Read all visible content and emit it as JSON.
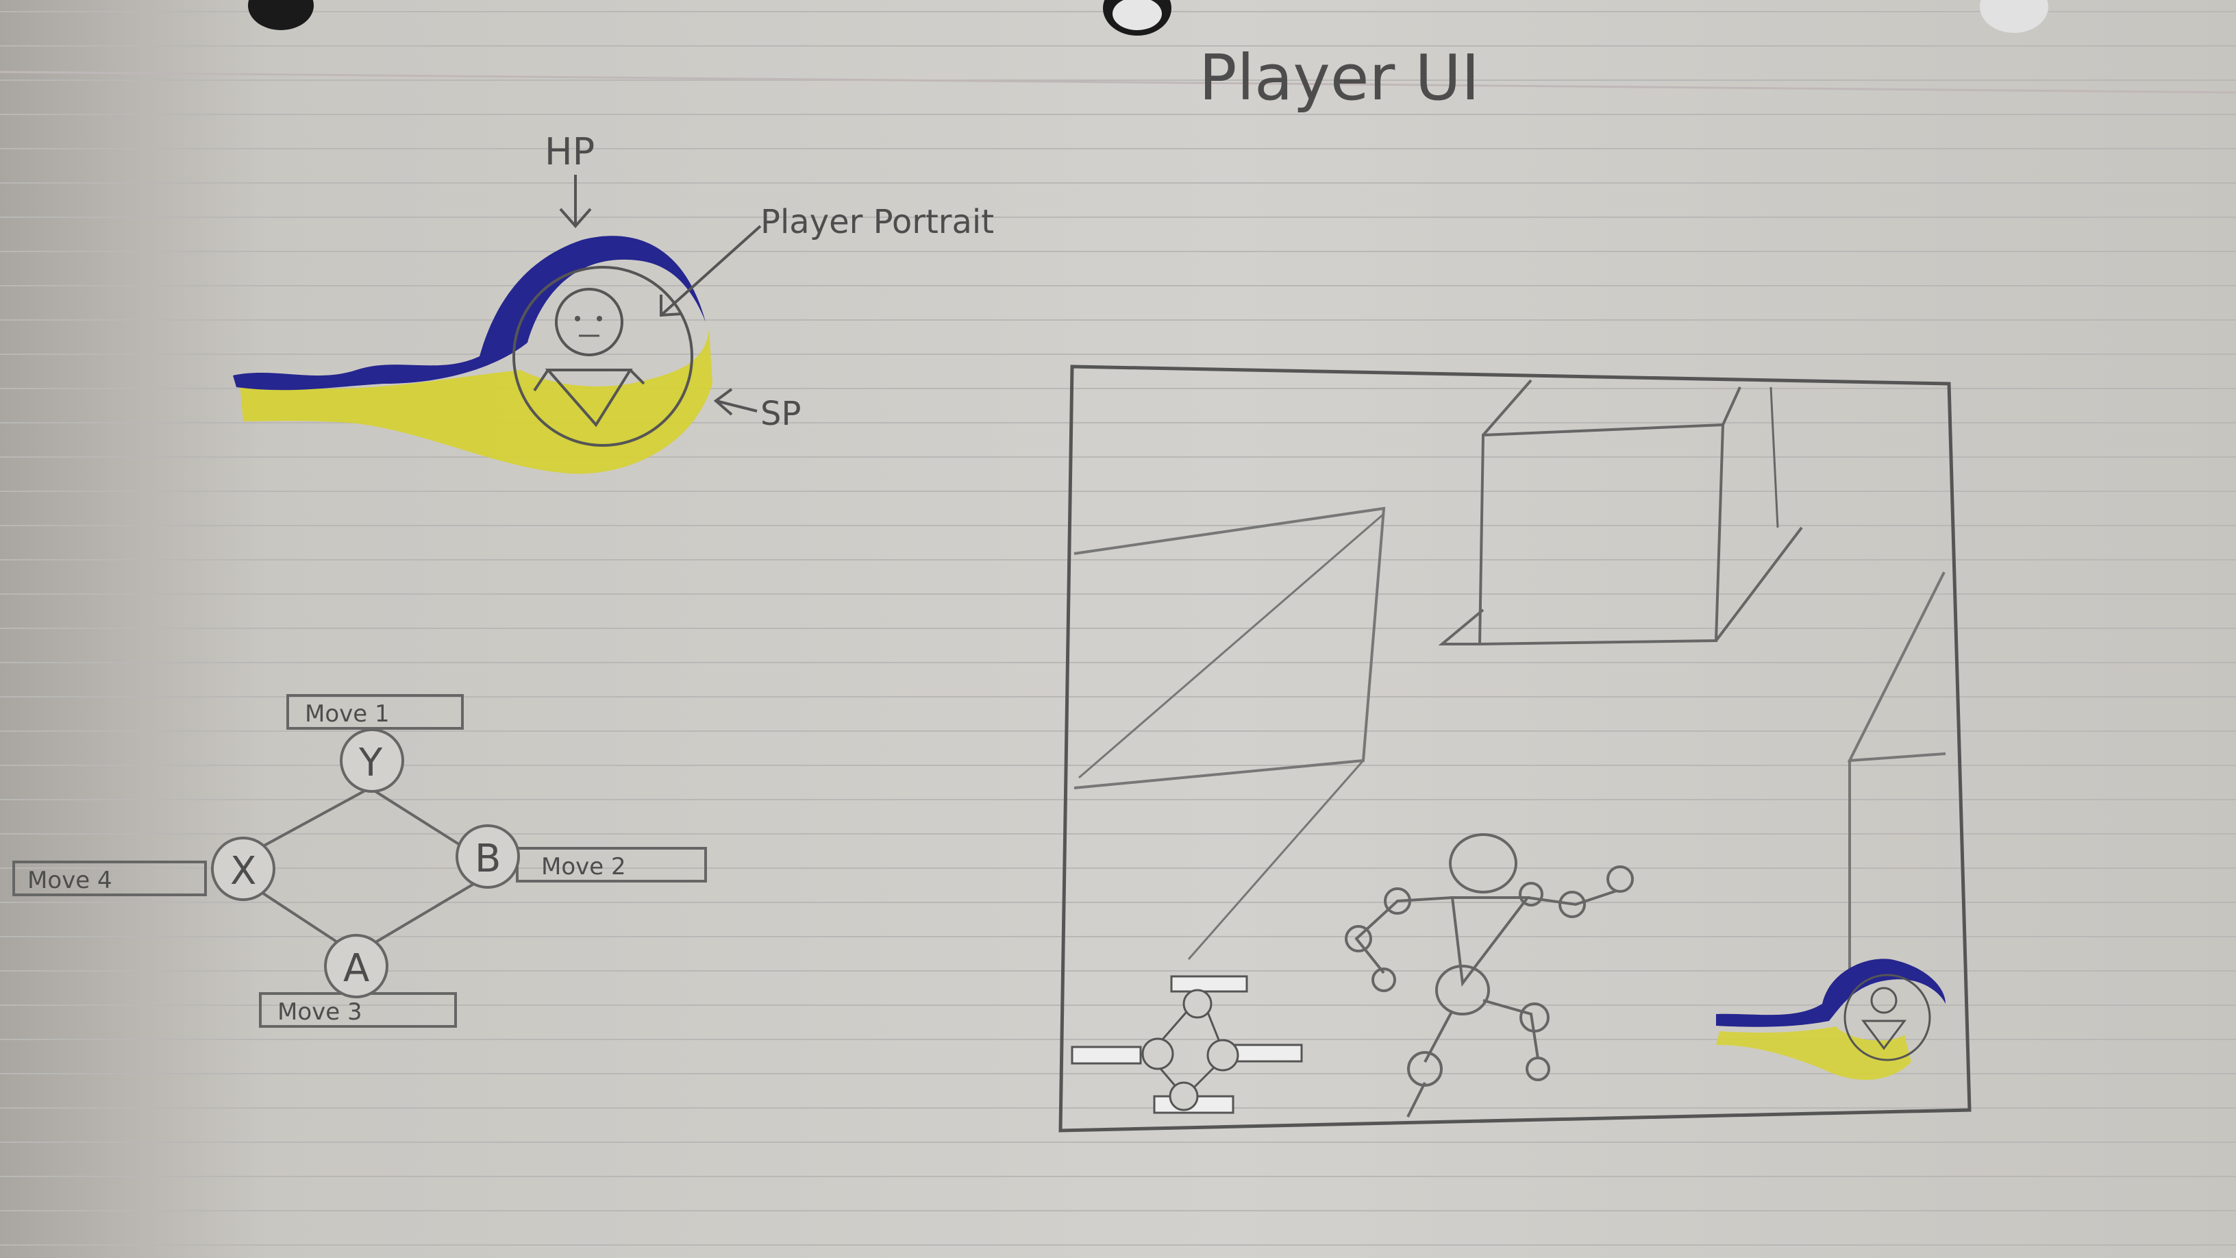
{
  "page": {
    "title": "Player UI"
  },
  "hud_sketch": {
    "hp_label": "HP",
    "portrait_label": "Player Portrait",
    "sp_label": "SP",
    "hp_color": "#25268f",
    "sp_color": "#d6d230"
  },
  "button_sketch": {
    "buttons": {
      "top": "Y",
      "left": "X",
      "right": "B",
      "bottom": "A"
    },
    "moves": {
      "top": "Move 1",
      "left": "Move 4",
      "right": "Move 2",
      "bottom": "Move 3"
    }
  }
}
